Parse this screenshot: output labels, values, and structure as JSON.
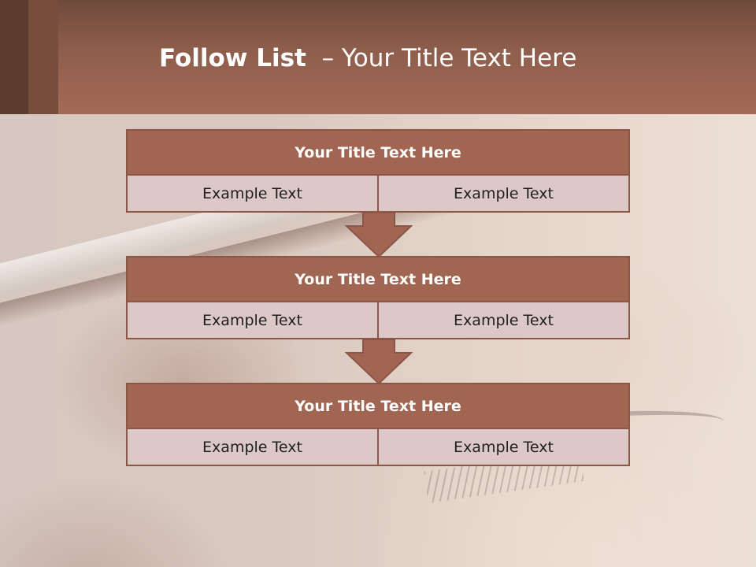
{
  "slide": {
    "title_strong": "Follow List",
    "title_rest": "– Your Title Text Here"
  },
  "steps": [
    {
      "heading": "Your Title Text Here",
      "left": "Example Text",
      "right": "Example Text"
    },
    {
      "heading": "Your Title Text Here",
      "left": "Example Text",
      "right": "Example Text"
    },
    {
      "heading": "Your Title Text Here",
      "left": "Example Text",
      "right": "Example Text"
    }
  ],
  "colors": {
    "header": "#a46a56",
    "box_head": "#a16652",
    "box_body": "#dcc8c6",
    "border": "#8b5646"
  }
}
